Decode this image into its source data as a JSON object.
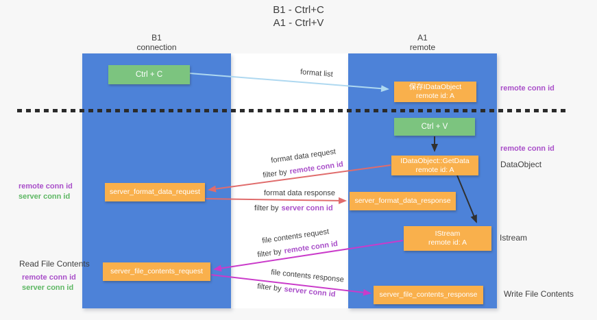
{
  "title": {
    "line1": "B1 - Ctrl+C",
    "line2": "A1 - Ctrl+V"
  },
  "columns": {
    "left": {
      "name": "B1",
      "sub": "connection"
    },
    "right": {
      "name": "A1",
      "sub": "remote"
    }
  },
  "boxes": {
    "ctrl_c": {
      "label": "Ctrl + C"
    },
    "ctrl_v": {
      "label": "Ctrl + V"
    },
    "save_obj": {
      "line1": "保存IDataObject",
      "line2": "remote id: A"
    },
    "getdata": {
      "line1": "IDataObject::GetData",
      "line2": "remote id: A"
    },
    "istream": {
      "line1": "IStream",
      "line2": "remote id: A"
    },
    "format_request": {
      "label": "server_format_data_request"
    },
    "format_response": {
      "label": "server_format_data_response"
    },
    "file_request": {
      "label": "server_file_contents_request"
    },
    "file_response": {
      "label": "server_file_contents_response"
    }
  },
  "flow": {
    "format_list": "format list",
    "format_data_request": "format data request",
    "format_data_response": "format data response",
    "file_contents_request": "file contents request",
    "file_contents_response": "file contents response",
    "filter_by": "filter by",
    "remote_conn_id": "remote conn id",
    "server_conn_id": "server conn id"
  },
  "left_annotations": {
    "remote_conn_id": "remote conn id",
    "server_conn_id": "server conn id",
    "read_file_contents": "Read File Contents",
    "remote_conn_id_2": "remote conn id",
    "server_conn_id_2": "server conn id"
  },
  "right_annotations": {
    "remote_conn_id_top": "remote conn id",
    "remote_conn_id_mid": "remote conn id",
    "dataobject": "DataObject",
    "istream": "Istream",
    "write_file_contents": "Write File Contents"
  },
  "colors": {
    "column_blue": "#4d82d8",
    "box_orange": "#f9b04c",
    "box_green": "#7cc47f",
    "accent_purple": "#a94fc9",
    "accent_green": "#5db763",
    "arrow_red": "#e06c6c",
    "arrow_magenta": "#ca3bca",
    "arrow_lightblue": "#aed8f0",
    "arrow_black": "#303030",
    "dash_line": "#2b2b2b"
  }
}
